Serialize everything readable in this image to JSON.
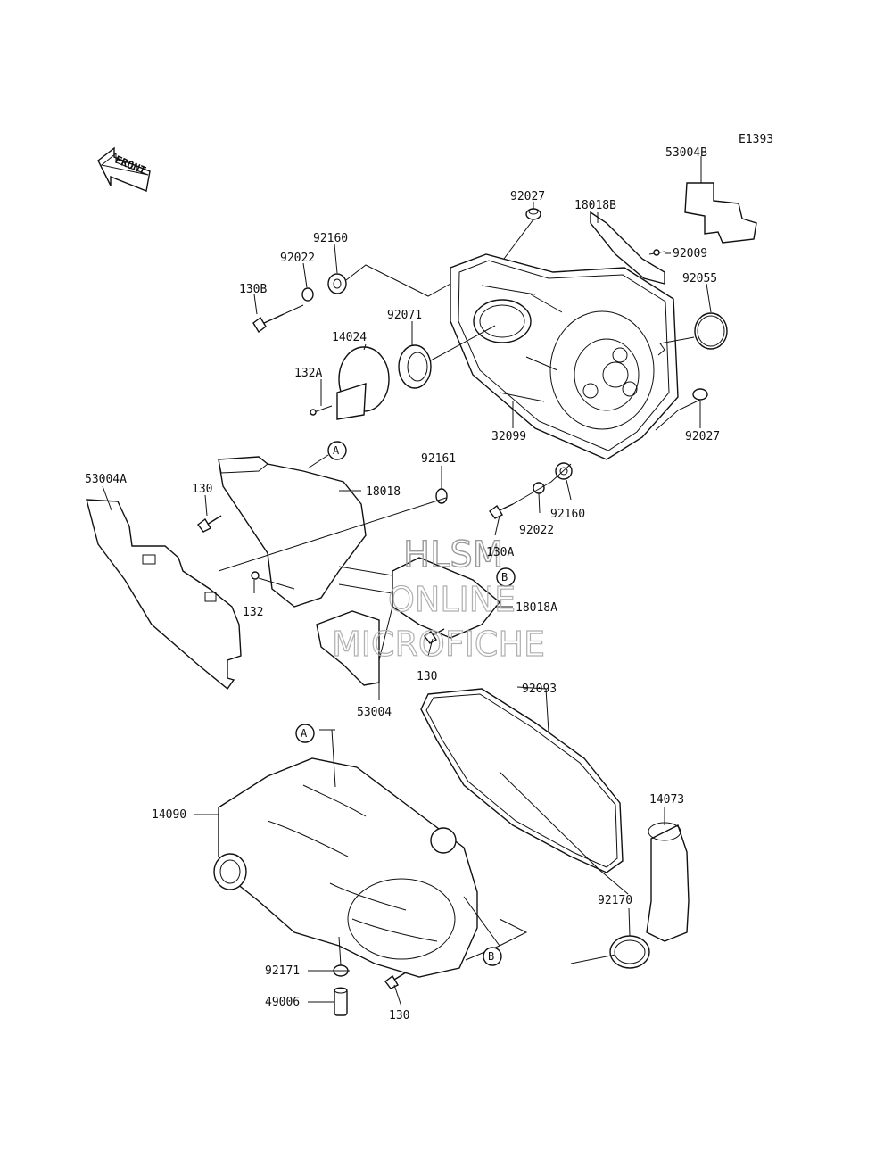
{
  "diagram_code": "E1393",
  "front_arrow_text": "FRONT",
  "callouts": {
    "a_top": "A",
    "b_top": "B",
    "a_bottom": "A",
    "b_bottom": "B"
  },
  "watermark": {
    "line1": "HLSM",
    "line2": "ONLINE",
    "line3": "MICROFICHE"
  },
  "part_labels": [
    "53004B",
    "92027",
    "18018B",
    "92160",
    "92022",
    "130B",
    "92009",
    "92055",
    "92071",
    "14024",
    "132A",
    "32099",
    "92027",
    "53004A",
    "130",
    "18018",
    "92161",
    "92160",
    "92022",
    "130A",
    "132",
    "18018A",
    "130",
    "53004",
    "92093",
    "14090",
    "14073",
    "92170",
    "92171",
    "49006",
    "130"
  ]
}
